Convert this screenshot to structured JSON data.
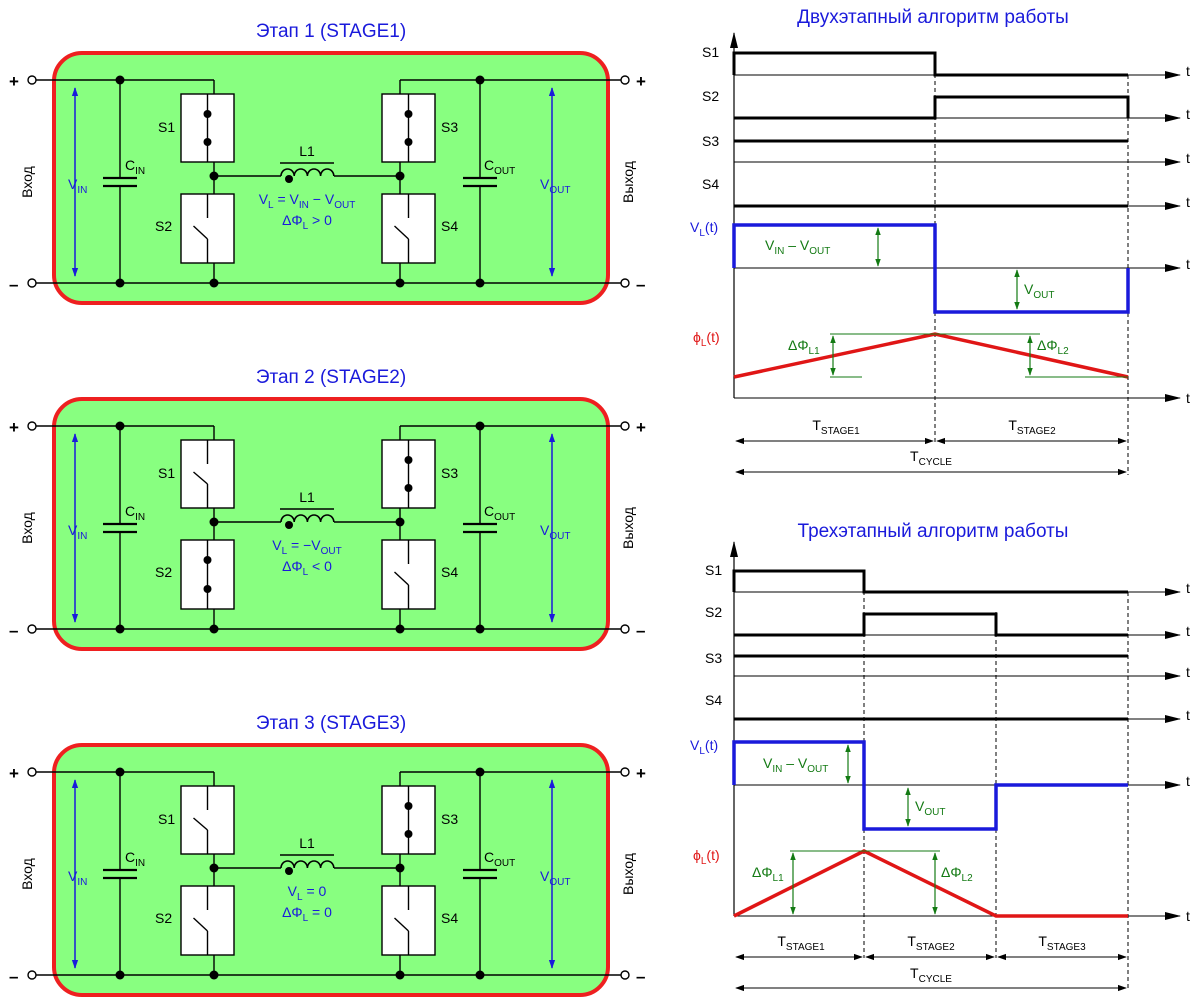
{
  "stages": [
    {
      "title": "Этап 1 (STAGE1)",
      "vl": "V<sub>L</sub> = V<sub>IN</sub> − V<sub>OUT</sub>",
      "dphi": "ΔΦ<sub>L</sub> &gt; 0",
      "s1": "closed",
      "s2": "open",
      "s3": "closed",
      "s4": "open"
    },
    {
      "title": "Этап 2 (STAGE2)",
      "vl": "V<sub>L</sub> = −V<sub>OUT</sub>",
      "dphi": "ΔΦ<sub>L</sub> &lt; 0",
      "s1": "open",
      "s2": "closed",
      "s3": "closed",
      "s4": "open"
    },
    {
      "title": "Этап 3 (STAGE3)",
      "vl": "V<sub>L</sub> = 0",
      "dphi": "ΔΦ<sub>L</sub> = 0",
      "s1": "open",
      "s2": "open",
      "s3": "closed",
      "s4": "open"
    }
  ],
  "labels": {
    "input": "Вход",
    "output": "Выход",
    "vin": "V<sub>IN</sub>",
    "vout": "V<sub>OUT</sub>",
    "cin": "C<sub>IN</sub>",
    "cout": "C<sub>OUT</sub>",
    "l1": "L1",
    "s1": "S1",
    "s2": "S2",
    "s3": "S3",
    "s4": "S4",
    "plus": "+",
    "minus": "–"
  },
  "timing": [
    {
      "title": "Двухэтапный алгоритм работы",
      "rows": [
        "S1",
        "S2",
        "S3",
        "S4",
        "V<sub>L</sub>(t)",
        "ϕ<sub>L</sub>(t)"
      ],
      "axis": "t",
      "vl_up": "V<sub>IN</sub> – V<sub>OUT</sub>",
      "vl_down": "V<sub>OUT</sub>",
      "dphi1": "ΔΦ<sub>L1</sub>",
      "dphi2": "ΔΦ<sub>L2</sub>",
      "periods": [
        "T<sub>STAGE1</sub>",
        "T<sub>STAGE2</sub>"
      ],
      "cycle": "T<sub>CYCLE</sub>"
    },
    {
      "title": "Трехэтапный алгоритм работы",
      "rows": [
        "S1",
        "S2",
        "S3",
        "S4",
        "V<sub>L</sub>(t)",
        "ϕ<sub>L</sub>(t)"
      ],
      "axis": "t",
      "vl_up": "V<sub>IN</sub> – V<sub>OUT</sub>",
      "vl_down": "V<sub>OUT</sub>",
      "dphi1": "ΔΦ<sub>L1</sub>",
      "dphi2": "ΔΦ<sub>L2</sub>",
      "periods": [
        "T<sub>STAGE1</sub>",
        "T<sub>STAGE2</sub>",
        "T<sub>STAGE3</sub>"
      ],
      "cycle": "T<sub>CYCLE</sub>"
    }
  ],
  "colors": {
    "panel_fill": "#88ff80",
    "panel_border": "#ee2020",
    "vl_wave": "#1a1adb",
    "phi_wave": "#e01616",
    "annotation": "#137a13",
    "title": "#1a1adb"
  }
}
